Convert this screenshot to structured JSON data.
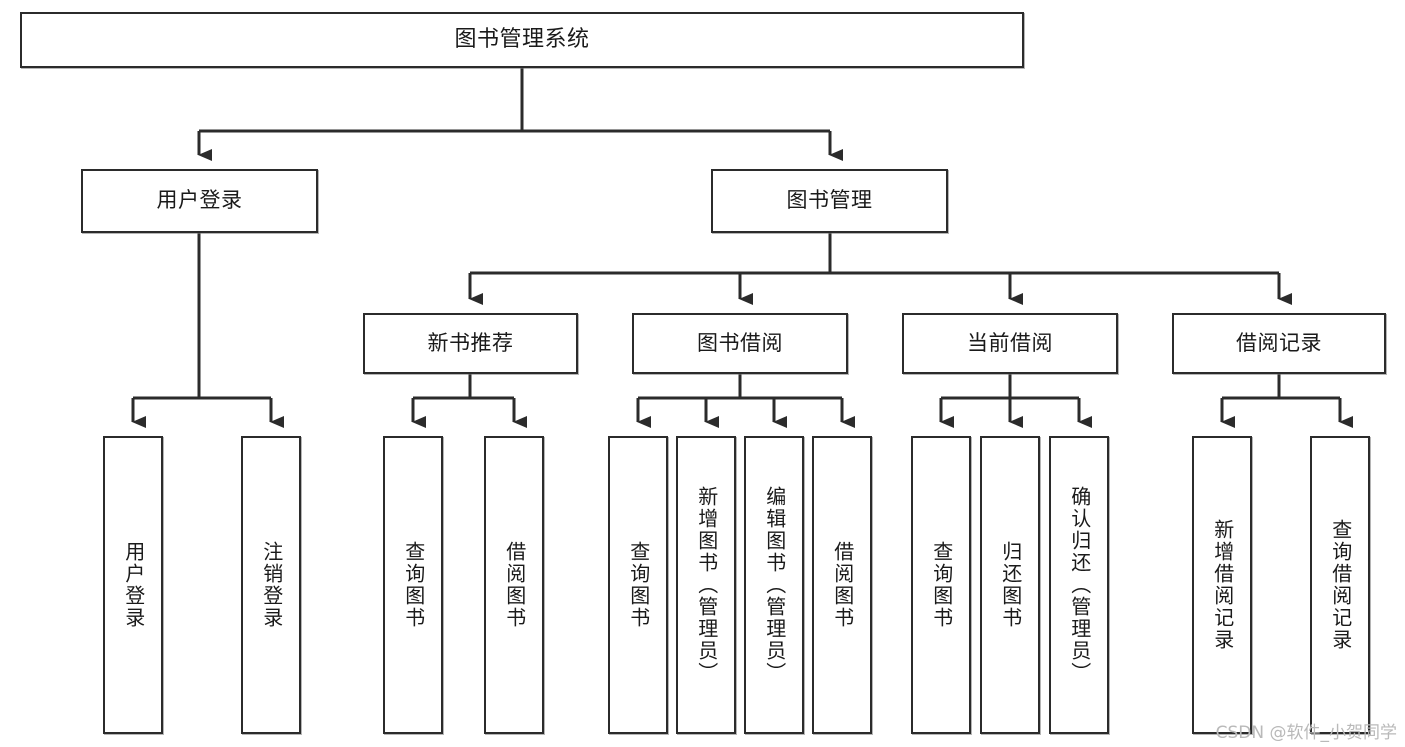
{
  "diagram": {
    "title": "图书管理系统",
    "type": "tree",
    "colors": {
      "box_border": "#2b2b2b",
      "box_fill": "#ffffff",
      "line": "#2b2b2b",
      "text": "#1a1a1a",
      "watermark": "#b9b9b9"
    },
    "nodes": {
      "root": {
        "label": "图书管理系统"
      },
      "level2": [
        {
          "id": "user-login",
          "label": "用户登录"
        },
        {
          "id": "book-manage",
          "label": "图书管理"
        }
      ],
      "level3": [
        {
          "id": "new-book-recommend",
          "label": "新书推荐"
        },
        {
          "id": "book-borrow",
          "label": "图书借阅"
        },
        {
          "id": "current-borrow",
          "label": "当前借阅"
        },
        {
          "id": "borrow-record",
          "label": "借阅记录"
        }
      ],
      "leaves": {
        "user-login": [
          {
            "id": "leaf-user-login",
            "label": "用户登录"
          },
          {
            "id": "leaf-logout-login",
            "label": "注销登录"
          }
        ],
        "new-book-recommend": [
          {
            "id": "leaf-query-book-1",
            "label": "查询图书"
          },
          {
            "id": "leaf-borrow-book-1",
            "label": "借阅图书"
          }
        ],
        "book-borrow": [
          {
            "id": "leaf-query-book-2",
            "label": "查询图书"
          },
          {
            "id": "leaf-add-book",
            "label": "新增图书（管理员）"
          },
          {
            "id": "leaf-edit-book",
            "label": "编辑图书（管理员）"
          },
          {
            "id": "leaf-borrow-book-2",
            "label": "借阅图书"
          }
        ],
        "current-borrow": [
          {
            "id": "leaf-query-book-3",
            "label": "查询图书"
          },
          {
            "id": "leaf-return-book",
            "label": "归还图书"
          },
          {
            "id": "leaf-confirm-return",
            "label": "确认归还（管理员）"
          }
        ],
        "borrow-record": [
          {
            "id": "leaf-add-record",
            "label": "新增借阅记录"
          },
          {
            "id": "leaf-query-record",
            "label": "查询借阅记录"
          }
        ]
      }
    }
  },
  "watermark": {
    "text": "CSDN @软件_小贺同学"
  }
}
